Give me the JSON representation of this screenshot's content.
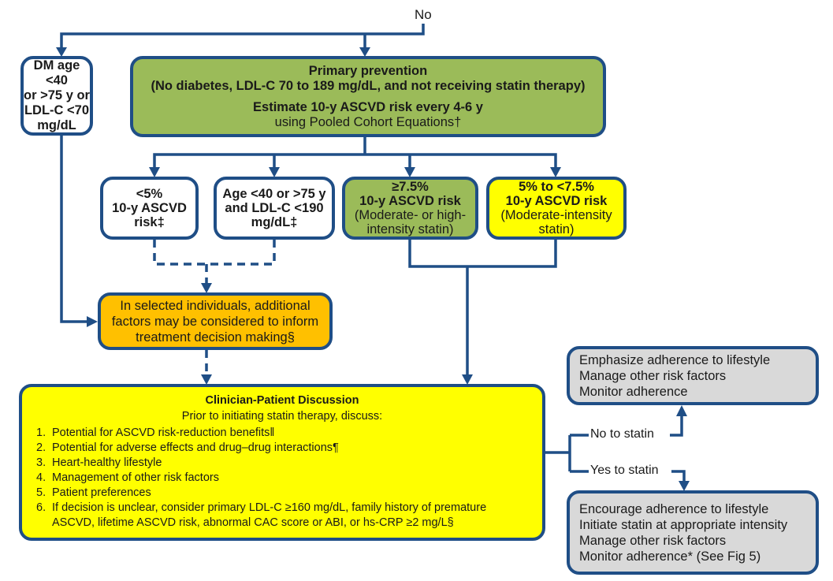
{
  "flowchart": {
    "entry_label": "No",
    "dm_box": {
      "lines": [
        "DM age <40",
        "or >75 y or",
        "LDL-C <70",
        "mg/dL"
      ]
    },
    "primary_prevention": {
      "title": "Primary prevention",
      "criteria": "(No diabetes, LDL-C 70 to 189 mg/dL, and not receiving statin therapy)",
      "estimate": "Estimate 10-y ASCVD risk every 4-6 y",
      "method": "using Pooled Cohort Equations†"
    },
    "risk_boxes": [
      {
        "lines_bold": [
          "<5%",
          "10-y ASCVD",
          "risk‡"
        ],
        "lines": []
      },
      {
        "lines_bold": [
          "Age <40 or >75 y",
          "and LDL-C <190",
          "mg/dL‡"
        ],
        "lines": []
      },
      {
        "lines_bold": [
          "≥7.5%",
          "10-y ASCVD risk"
        ],
        "lines": [
          "(Moderate- or high-",
          "intensity statin)"
        ]
      },
      {
        "lines_bold": [
          "5% to <7.5%",
          "10-y ASCVD risk"
        ],
        "lines": [
          "(Moderate-intensity",
          "statin)"
        ]
      }
    ],
    "additional_factors": {
      "lines": [
        "In selected individuals, additional",
        "factors may be considered to inform",
        "treatment decision making§"
      ]
    },
    "discussion": {
      "title": "Clinician-Patient Discussion",
      "subtitle": "Prior to initiating statin therapy, discuss:",
      "items": [
        {
          "num": "1.",
          "text": "Potential for ASCVD risk-reduction benefits‖"
        },
        {
          "num": "2.",
          "text": "Potential for adverse effects and drug–drug interactions¶"
        },
        {
          "num": "3.",
          "text": "Heart-healthy lifestyle"
        },
        {
          "num": "4.",
          "text": "Management of other risk factors"
        },
        {
          "num": "5.",
          "text": "Patient preferences"
        },
        {
          "num": "6.",
          "text": "If decision is unclear, consider primary LDL-C ≥160 mg/dL, family history of premature ASCVD, lifetime ASCVD risk, abnormal CAC score or ABI, or hs-CRP ≥2 mg/L§"
        }
      ]
    },
    "no_statin_label": "No to statin",
    "yes_statin_label": "Yes to statin",
    "no_statin_box": {
      "lines": [
        "Emphasize adherence to lifestyle",
        "Manage other risk factors",
        "Monitor adherence"
      ]
    },
    "yes_statin_box": {
      "lines": [
        "Encourage adherence to lifestyle",
        "Initiate statin at appropriate intensity",
        "Manage other risk factors",
        "Monitor adherence* (See Fig 5)"
      ]
    }
  },
  "colors": {
    "line": "#1f4e86",
    "green": "#9bbb59",
    "yellow": "#ffff00",
    "orange": "#ffc000",
    "gray": "#d9d9d9"
  }
}
